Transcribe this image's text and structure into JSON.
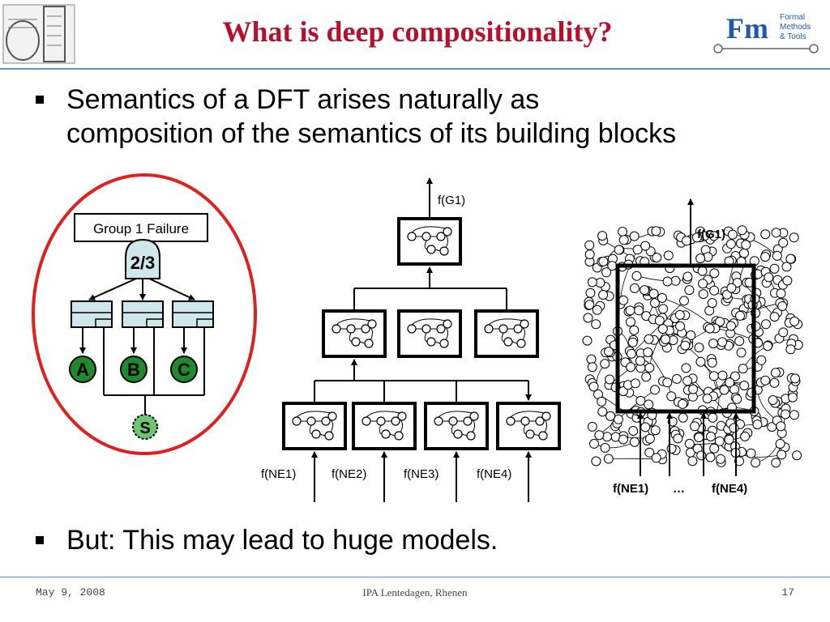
{
  "slide": {
    "title": "What is deep compositionality?",
    "bullets": [
      "Semantics of a DFT arises naturally as",
      "composition of the semantics of its building blocks",
      "But: This may lead to huge models."
    ]
  },
  "left_diagram": {
    "top_event": "Group 1 Failure",
    "gate": "2/3",
    "basic_events": [
      "A",
      "B",
      "C"
    ],
    "spare": "S"
  },
  "middle_diagram": {
    "output": "f(G1)",
    "inputs": [
      "f(NE1)",
      "f(NE2)",
      "f(NE3)",
      "f(NE4)"
    ]
  },
  "right_diagram": {
    "output": "f(G1)",
    "inputs": [
      "f(NE1)",
      "…",
      "f(NE4)"
    ]
  },
  "logo": {
    "mark": "Fm",
    "lines": [
      "Formal",
      "Methods",
      "& Tools"
    ]
  },
  "footer": {
    "date": "May 9, 2008",
    "venue": "IPA Lentedagen, Rhenen",
    "page": "17"
  },
  "colors": {
    "title": "#b8102c",
    "accent_rule": "#5a8fc7",
    "ellipse": "#e0201e",
    "event_fill": "#1f8a2c",
    "component_fill": "#cfe6ea"
  }
}
